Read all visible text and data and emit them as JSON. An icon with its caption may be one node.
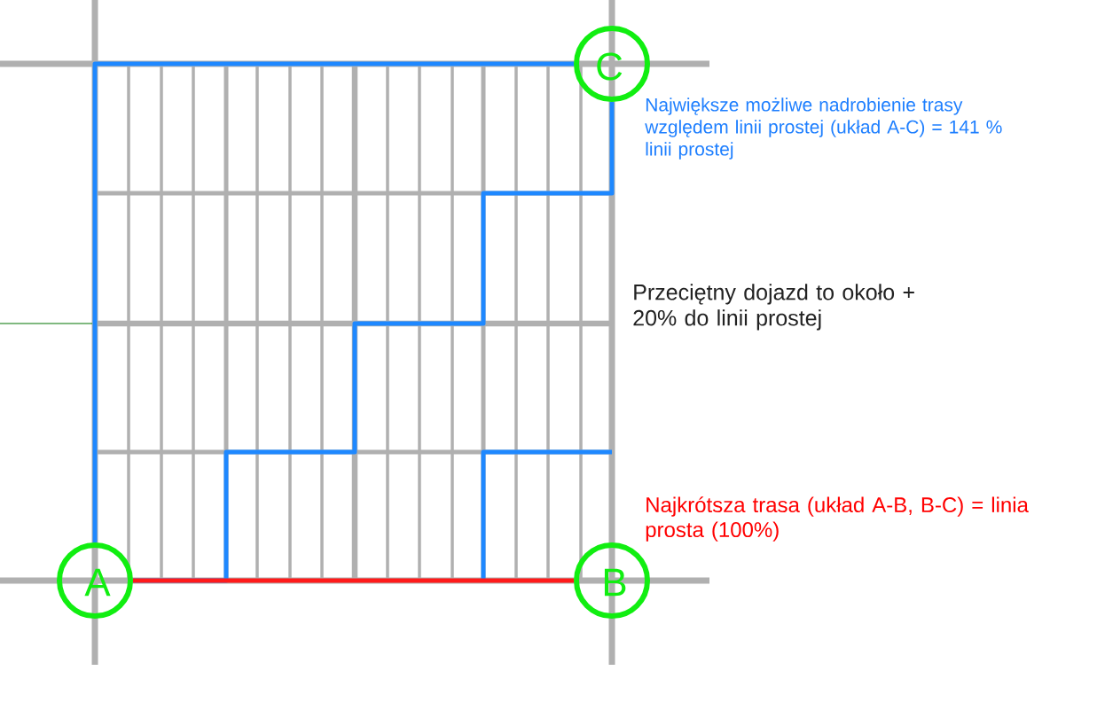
{
  "diagram": {
    "nodes": [
      {
        "text": [
          "C"
        ]
      },
      {
        "text": [
          "A"
        ]
      },
      {
        "text": [
          "B"
        ]
      }
    ],
    "edges": [
      {
        "from": 1,
        "to": 0,
        "arrow": "none"
      },
      {
        "from": 1,
        "to": 0,
        "arrow": "none"
      },
      {
        "from": 1,
        "to": 2,
        "arrow": "none",
        "color": "#ff1a1a"
      }
    ],
    "labels": [
      "Największe możliwe nadrobienie trasy względem linii prostej (układ A-C) = 141 % linii prostej",
      "Przeciętny dojazd to około + 20% do linii prostej",
      "Najkrótsza  trasa (układ A-B, B-C) = linia prosta (100%)"
    ]
  }
}
